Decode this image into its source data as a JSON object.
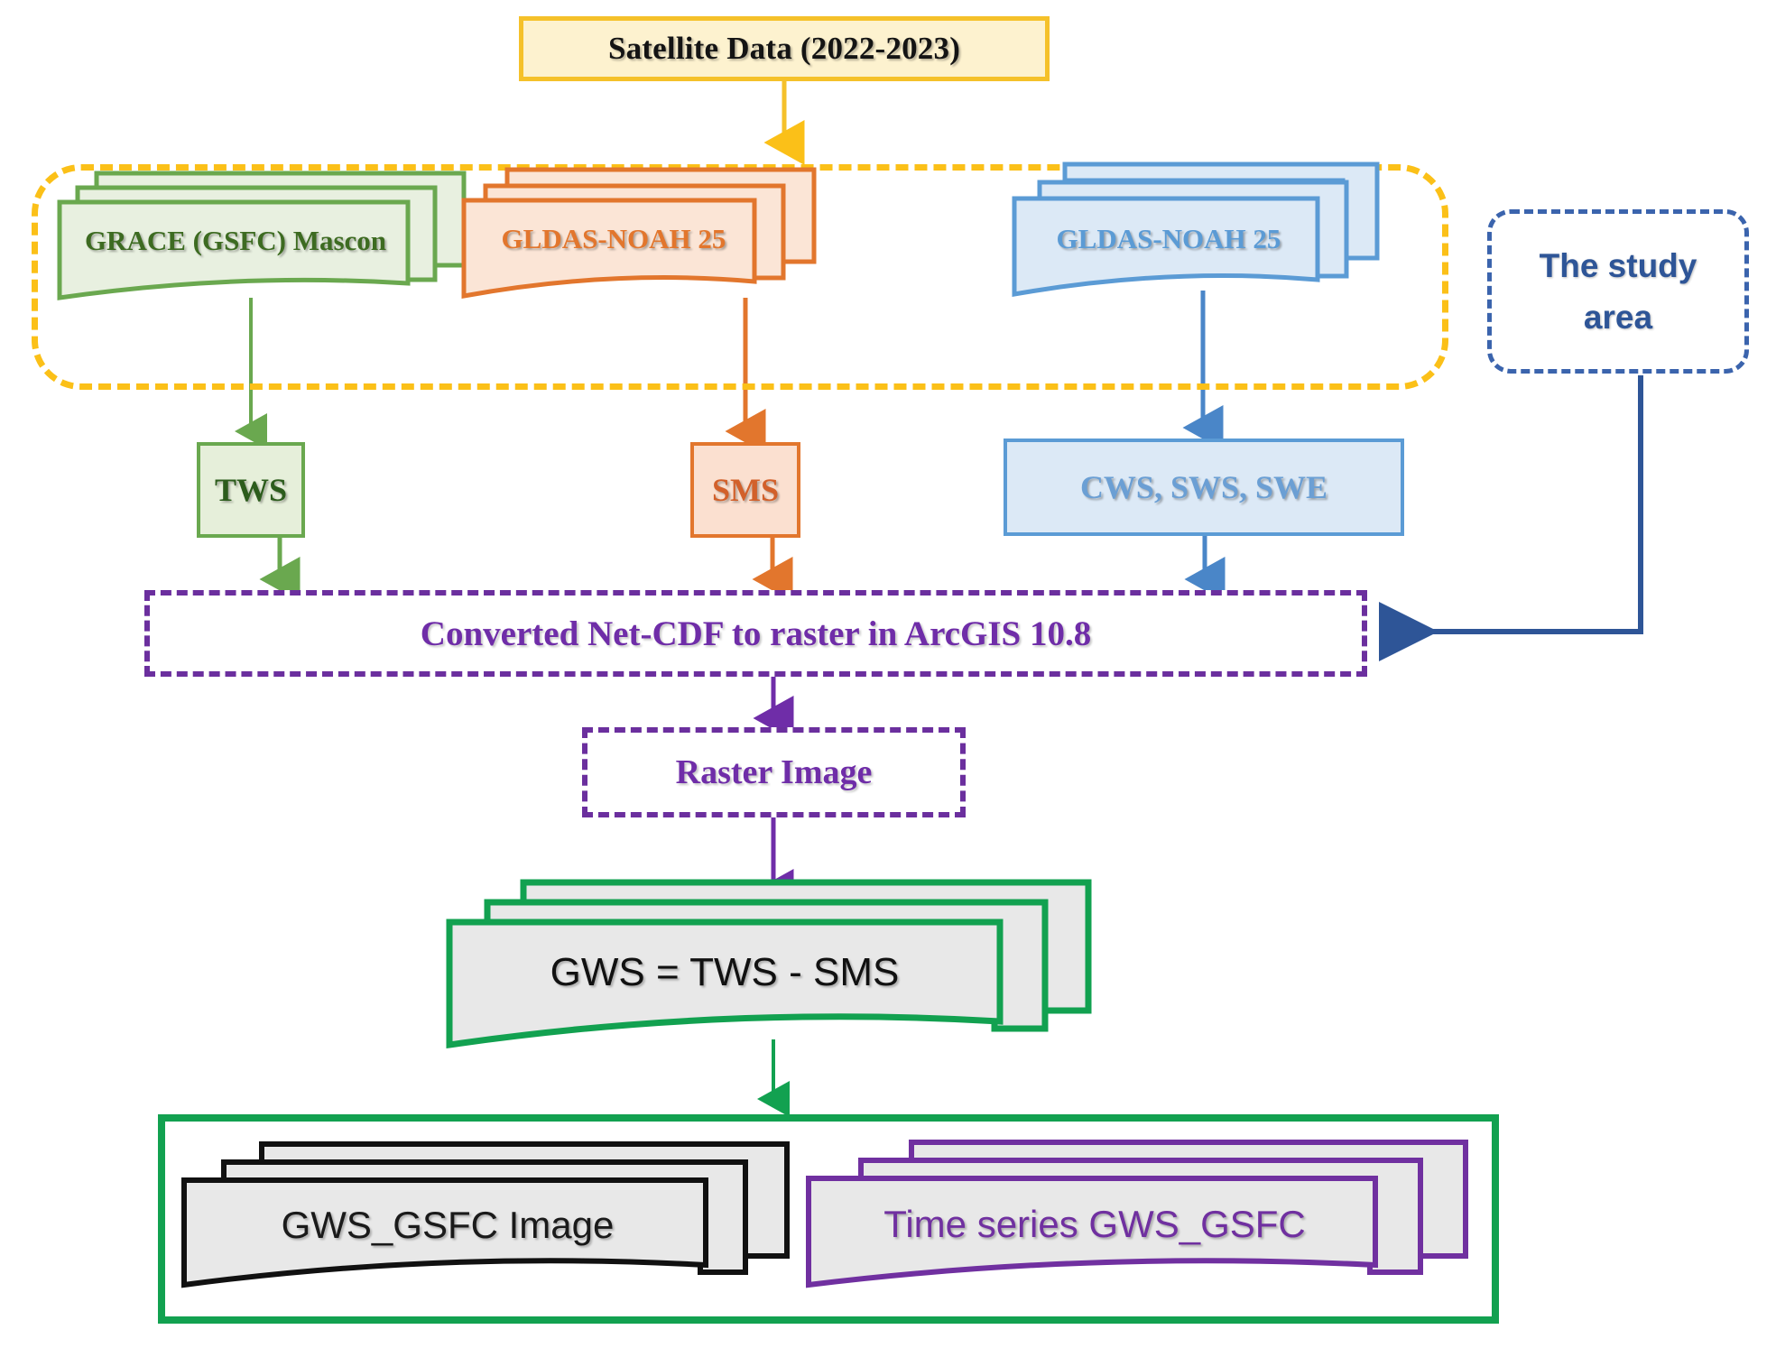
{
  "diagram": {
    "title_box": {
      "label": "Satellite Data (2022-2023)"
    },
    "study_area_box": {
      "line1": "The study",
      "line2": "area"
    },
    "sources": [
      {
        "id": "grace",
        "label": "GRACE (GSFC) Mascon",
        "color": "#6aa84f",
        "fill": "#e8f0e0",
        "text_color": "#3d6b21"
      },
      {
        "id": "gldas_sms",
        "label": "GLDAS-NOAH 25",
        "color": "#e2762d",
        "fill": "#fbe5d6",
        "text_color": "#e2762d"
      },
      {
        "id": "gldas_cws",
        "label": "GLDAS-NOAH 25",
        "color": "#5b9bd5",
        "fill": "#dce9f6",
        "text_color": "#5b9bd5"
      }
    ],
    "variables": [
      {
        "id": "tws",
        "label": "TWS"
      },
      {
        "id": "sms",
        "label": "SMS"
      },
      {
        "id": "cws",
        "label": "CWS, SWS, SWE"
      }
    ],
    "process": {
      "label": "Converted Net-CDF to raster in ArcGIS 10.8"
    },
    "raster": {
      "label": "Raster Image"
    },
    "equation": {
      "label": "GWS = TWS - SMS"
    },
    "outputs": [
      {
        "id": "gws_image",
        "label": "GWS_GSFC Image",
        "color": "#111111",
        "fill": "#e8e8e8",
        "text_color": "#1a1a1a"
      },
      {
        "id": "gws_timeseries",
        "label": "Time series GWS_GSFC",
        "color": "#7030a0",
        "fill": "#e8e8e8",
        "text_color": "#7030a0"
      }
    ],
    "colors": {
      "yellow": "#fbc018",
      "green": "#6aa84f",
      "orange": "#e2762d",
      "blue": "#5b9bd5",
      "purple": "#6f2da8",
      "dark_blue": "#2e5597",
      "bright_green": "#12a150",
      "black": "#111111"
    }
  }
}
